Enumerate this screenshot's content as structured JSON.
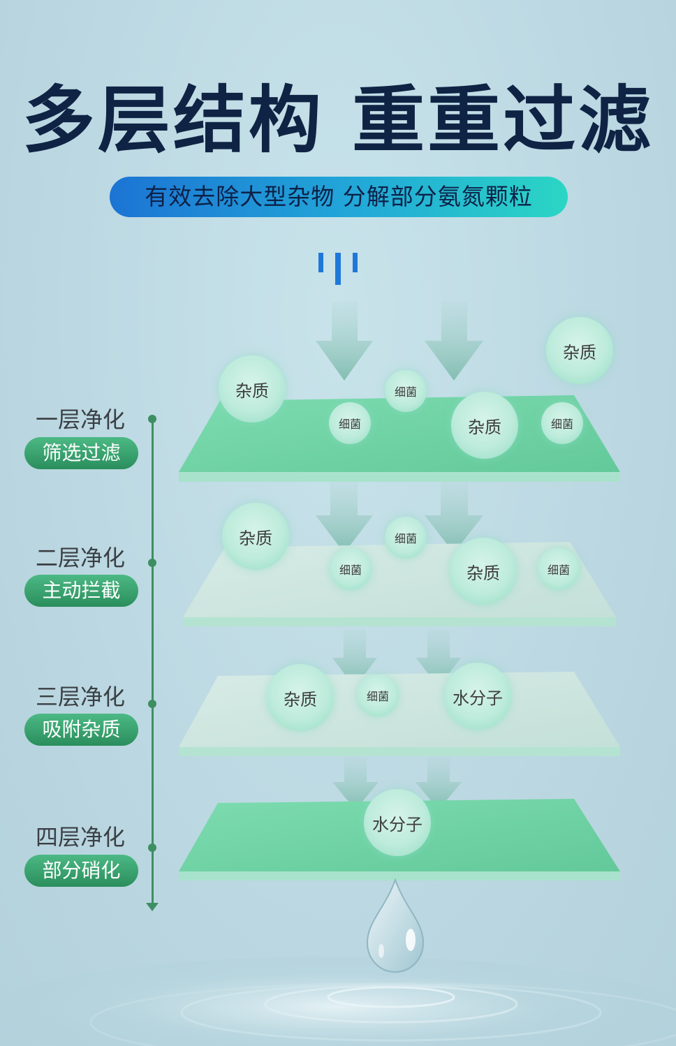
{
  "title": "多层结构 重重过滤",
  "subtitle": "有效去除大型杂物 分解部分氨氮颗粒",
  "steps": [
    {
      "title": "一层净化",
      "tag": "筛选过滤"
    },
    {
      "title": "二层净化",
      "tag": "主动拦截"
    },
    {
      "title": "三层净化",
      "tag": "吸附杂质"
    },
    {
      "title": "四层净化",
      "tag": "部分硝化"
    }
  ],
  "particles": {
    "impurity": "杂质",
    "bacteria": "细菌",
    "water": "水分子"
  },
  "colors": {
    "title": "#0f2344",
    "accent_blue": "#1c74d4",
    "accent_teal": "#2bd6c4",
    "step_green": "#2a8e5c",
    "plate_green": "#73d5a8",
    "plate_gray": "#cde5df"
  },
  "icons": [
    "water-stream-icon",
    "flow-arrow-icon",
    "water-drop-icon",
    "water-ripple-icon"
  ]
}
